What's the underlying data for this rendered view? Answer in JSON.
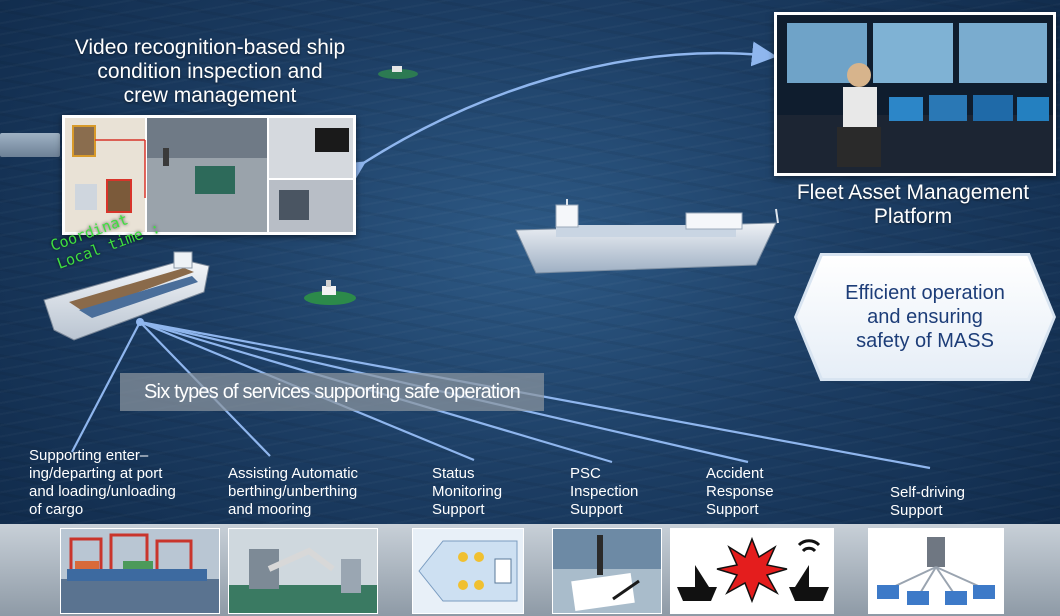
{
  "video_title": "Video recognition-based ship\ncondition inspection and\ncrew management",
  "platform_title": "Fleet Asset Management\nPlatform",
  "hexagon_text": "Efficient operation\nand ensuring\nsafety of MASS",
  "overlay_text": "Coordinat\nLocal time :",
  "services_banner": "Six types of services supporting safe operation",
  "services": [
    {
      "label": "Supporting enter–\ning/departing at port\nand loading/unloading\nof cargo"
    },
    {
      "label": "Assisting Automatic\nberthing/unberthing\nand mooring"
    },
    {
      "label": "Status\nMonitoring\nSupport"
    },
    {
      "label": "PSC\nInspection\nSupport"
    },
    {
      "label": "Accident\nResponse\nSupport"
    },
    {
      "label": "Self-driving\nSupport"
    }
  ],
  "colors": {
    "sea": "#1c3d63",
    "line": "#8fb6ee",
    "hexagon_text": "#1d3d78",
    "coord_text": "#3fe03f"
  }
}
